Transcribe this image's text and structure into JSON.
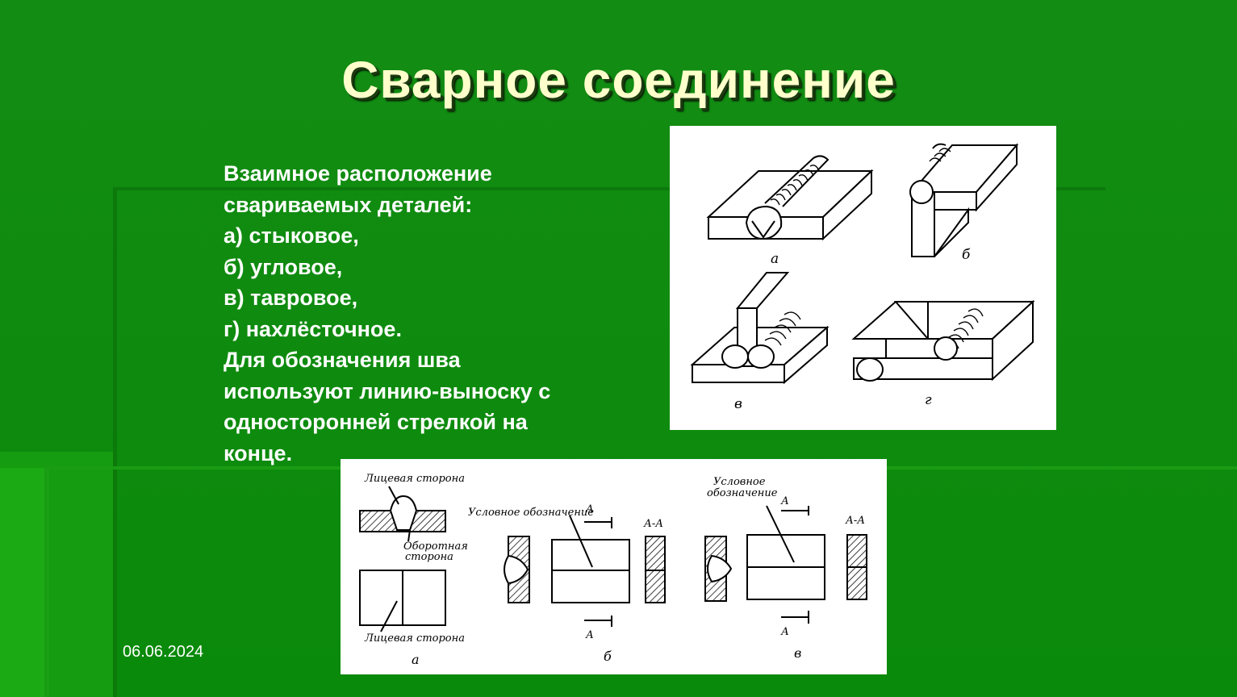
{
  "slide": {
    "title": "Сварное соединение",
    "date": "06.06.2024",
    "colors": {
      "background": "#0f8a0f",
      "title": "#ffffcc",
      "text": "#ffffff"
    }
  },
  "text_lines": [
    "Взаимное расположение",
    "свариваемых деталей:",
    "а) стыковое,",
    "б) угловое,",
    "в) тавровое,",
    "г) нахлёсточное.",
    "Для обозначения шва",
    "используют линию-выноску с",
    "односторонней стрелкой на",
    "конце."
  ],
  "figure_joints": {
    "labels": [
      "а",
      "б",
      "в",
      "г"
    ]
  },
  "figure_designation": {
    "face_side": "Лицевая сторона",
    "reverse_side_line1": "Оборотная",
    "reverse_side_line2": "сторона",
    "face_side_bottom": "Лицевая сторона",
    "conventional_mark": "Условное обозначение",
    "conventional_line1": "Условное",
    "conventional_line2": "обозначение",
    "section": "А-А",
    "arrow_letter": "А",
    "labels": [
      "а",
      "б",
      "в"
    ]
  }
}
